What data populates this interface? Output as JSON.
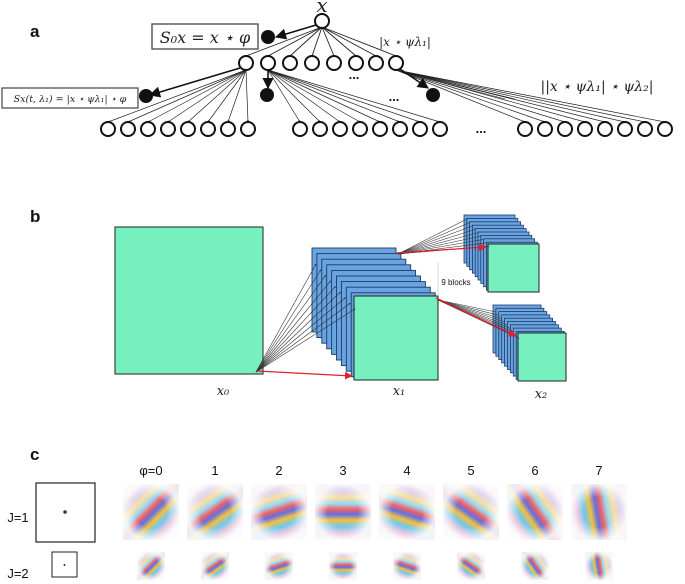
{
  "panel_a": {
    "label": "a",
    "root_label": "x",
    "s0_formula": "S₀x = x ⋆ φ",
    "first_layer_label": "|x ⋆ ψλ₁|",
    "sx_formula": "Sx(t, λ₁) = |x ⋆ ψλ₁| ⋆ φ",
    "second_layer_label": "||x ⋆ ψλ₁| ⋆ ψλ₂|",
    "ellipsis": "..."
  },
  "panel_b": {
    "label": "b",
    "x0_label": "x₀",
    "x1_label": "x₁",
    "x2_label": "x₂",
    "blocks_label": "9 blocks"
  },
  "panel_c": {
    "label": "c",
    "phi_labels": [
      "φ=0",
      "1",
      "2",
      "3",
      "4",
      "5",
      "6",
      "7"
    ],
    "j_labels": [
      "J=1",
      "J=2"
    ]
  },
  "colors": {
    "square_fill": "#77f0c0",
    "block_fill": "#6aa4e0",
    "red_arrow": "#e0202a",
    "ellipsis": "#e03030"
  }
}
